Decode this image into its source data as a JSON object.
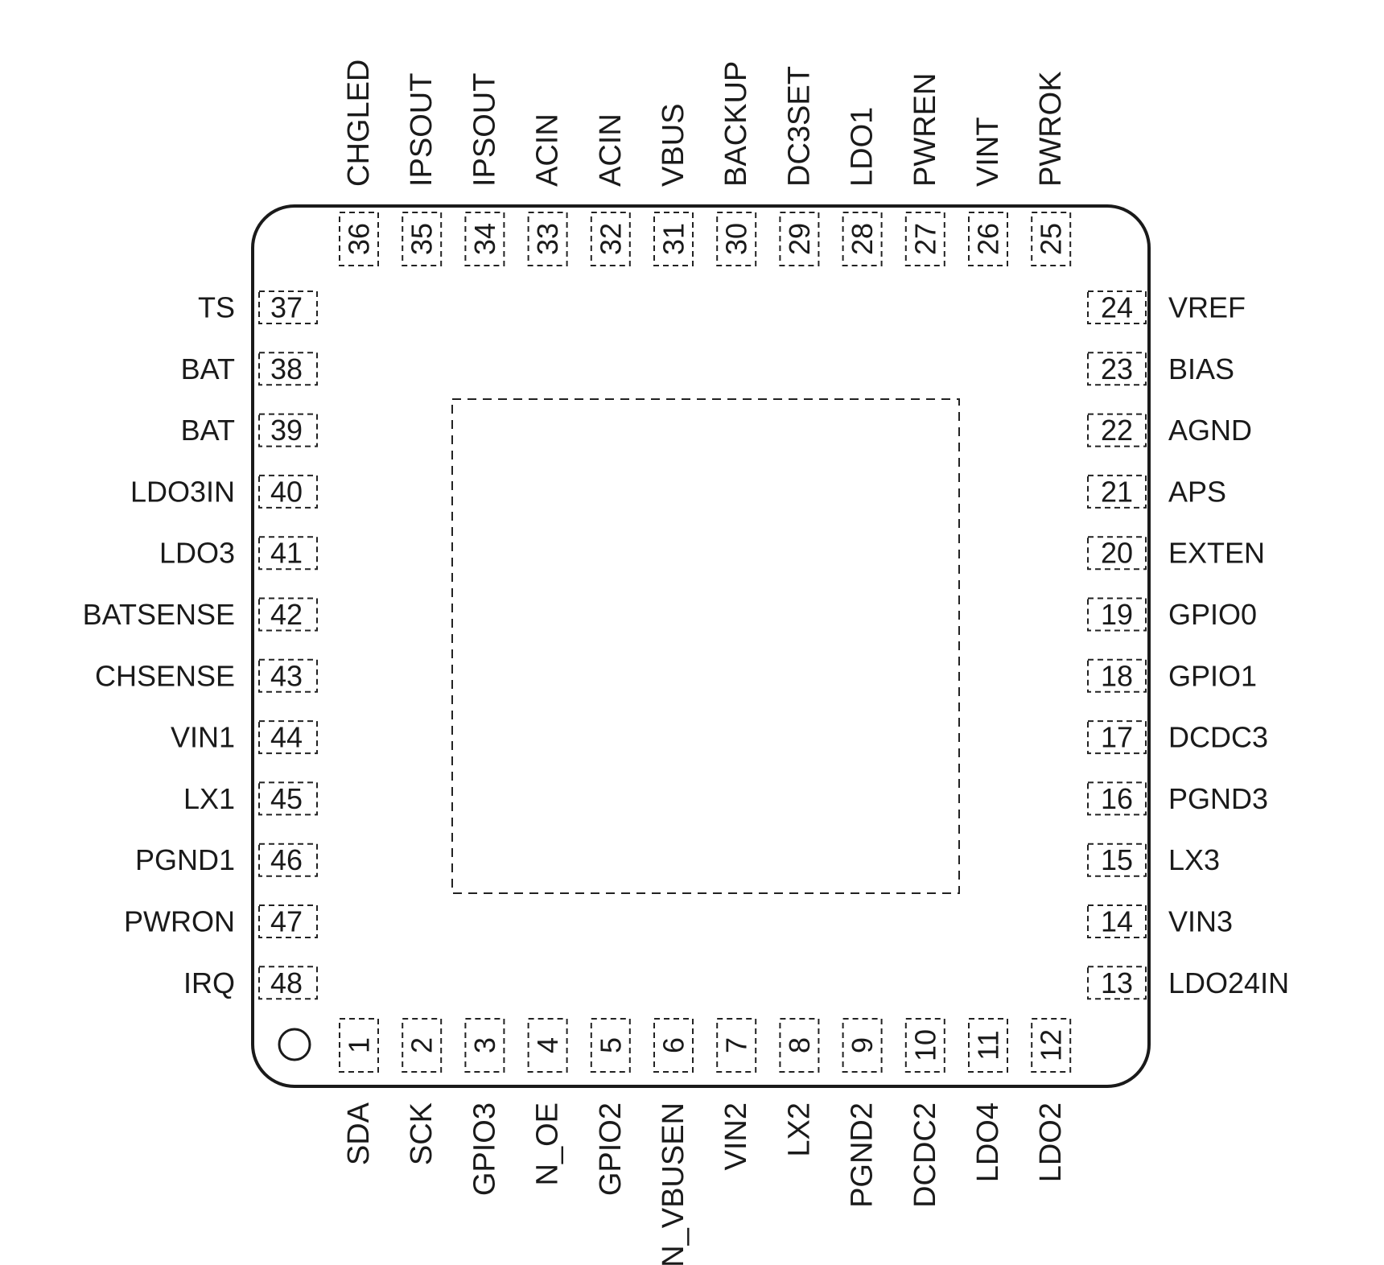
{
  "chip": {
    "pins": [
      {
        "number": "1",
        "name": "SDA"
      },
      {
        "number": "2",
        "name": "SCK"
      },
      {
        "number": "3",
        "name": "GPIO3"
      },
      {
        "number": "4",
        "name": "N_OE"
      },
      {
        "number": "5",
        "name": "GPIO2"
      },
      {
        "number": "6",
        "name": "N_VBUSEN"
      },
      {
        "number": "7",
        "name": "VIN2"
      },
      {
        "number": "8",
        "name": "LX2"
      },
      {
        "number": "9",
        "name": "PGND2"
      },
      {
        "number": "10",
        "name": "DCDC2"
      },
      {
        "number": "11",
        "name": "LDO4"
      },
      {
        "number": "12",
        "name": "LDO2"
      },
      {
        "number": "13",
        "name": "LDO24IN"
      },
      {
        "number": "14",
        "name": "VIN3"
      },
      {
        "number": "15",
        "name": "LX3"
      },
      {
        "number": "16",
        "name": "PGND3"
      },
      {
        "number": "17",
        "name": "DCDC3"
      },
      {
        "number": "18",
        "name": "GPIO1"
      },
      {
        "number": "19",
        "name": "GPIO0"
      },
      {
        "number": "20",
        "name": "EXTEN"
      },
      {
        "number": "21",
        "name": "APS"
      },
      {
        "number": "22",
        "name": "AGND"
      },
      {
        "number": "23",
        "name": "BIAS"
      },
      {
        "number": "24",
        "name": "VREF"
      },
      {
        "number": "25",
        "name": "PWROK"
      },
      {
        "number": "26",
        "name": "VINT"
      },
      {
        "number": "27",
        "name": "PWREN"
      },
      {
        "number": "28",
        "name": "LDO1"
      },
      {
        "number": "29",
        "name": "DC3SET"
      },
      {
        "number": "30",
        "name": "BACKUP"
      },
      {
        "number": "31",
        "name": "VBUS"
      },
      {
        "number": "32",
        "name": "ACIN"
      },
      {
        "number": "33",
        "name": "ACIN"
      },
      {
        "number": "34",
        "name": "IPSOUT"
      },
      {
        "number": "35",
        "name": "IPSOUT"
      },
      {
        "number": "36",
        "name": "CHGLED"
      },
      {
        "number": "37",
        "name": "TS"
      },
      {
        "number": "38",
        "name": "BAT"
      },
      {
        "number": "39",
        "name": "BAT"
      },
      {
        "number": "40",
        "name": "LDO3IN"
      },
      {
        "number": "41",
        "name": "LDO3"
      },
      {
        "number": "42",
        "name": "BATSENSE"
      },
      {
        "number": "43",
        "name": "CHSENSE"
      },
      {
        "number": "44",
        "name": "VIN1"
      },
      {
        "number": "45",
        "name": "LX1"
      },
      {
        "number": "46",
        "name": "PGND1"
      },
      {
        "number": "47",
        "name": "PWRON"
      },
      {
        "number": "48",
        "name": "IRQ"
      }
    ]
  }
}
